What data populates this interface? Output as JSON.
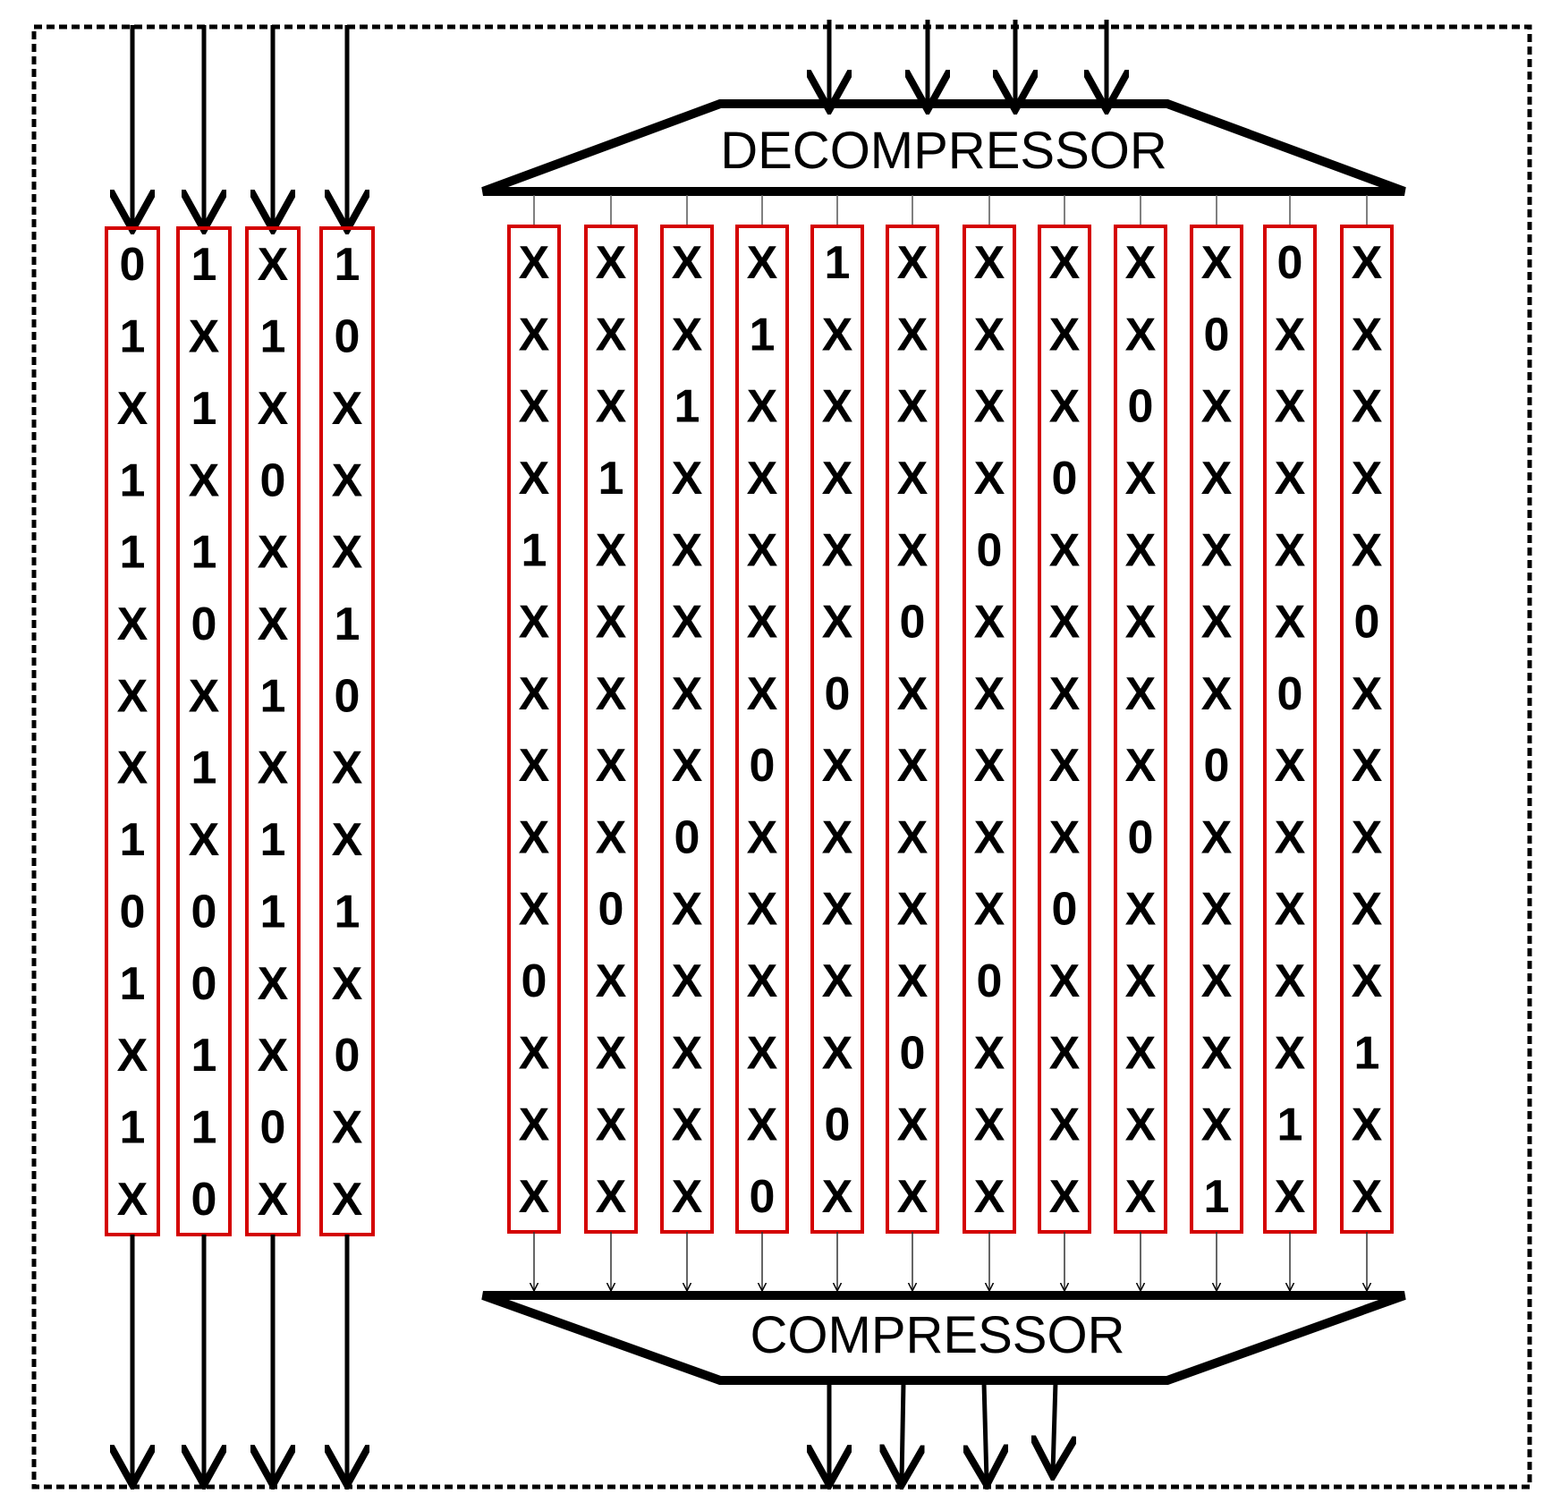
{
  "decompressor": {
    "label": "DECOMPRESSOR"
  },
  "compressor": {
    "label": "COMPRESSOR"
  },
  "colors": {
    "chain_border": "#d40000",
    "line": "#000000",
    "boundary": "#000000"
  },
  "bypass_chains": [
    [
      "0",
      "1",
      "X",
      "1",
      "1",
      "X",
      "X",
      "X",
      "1",
      "0",
      "1",
      "X",
      "1",
      "X"
    ],
    [
      "1",
      "X",
      "1",
      "X",
      "1",
      "0",
      "X",
      "1",
      "X",
      "0",
      "0",
      "1",
      "1",
      "0"
    ],
    [
      "X",
      "1",
      "X",
      "0",
      "X",
      "X",
      "1",
      "X",
      "1",
      "1",
      "X",
      "X",
      "0",
      "X"
    ],
    [
      "1",
      "0",
      "X",
      "X",
      "X",
      "1",
      "0",
      "X",
      "X",
      "1",
      "X",
      "0",
      "X",
      "X"
    ]
  ],
  "compressed_chains": [
    [
      "X",
      "X",
      "X",
      "X",
      "1",
      "X",
      "X",
      "X",
      "X",
      "X",
      "0",
      "X",
      "X",
      "X"
    ],
    [
      "X",
      "X",
      "X",
      "1",
      "X",
      "X",
      "X",
      "X",
      "X",
      "0",
      "X",
      "X",
      "X",
      "X"
    ],
    [
      "X",
      "X",
      "1",
      "X",
      "X",
      "X",
      "X",
      "X",
      "0",
      "X",
      "X",
      "X",
      "X",
      "X"
    ],
    [
      "X",
      "1",
      "X",
      "X",
      "X",
      "X",
      "X",
      "0",
      "X",
      "X",
      "X",
      "X",
      "X",
      "0"
    ],
    [
      "1",
      "X",
      "X",
      "X",
      "X",
      "X",
      "0",
      "X",
      "X",
      "X",
      "X",
      "X",
      "0",
      "X"
    ],
    [
      "X",
      "X",
      "X",
      "X",
      "X",
      "0",
      "X",
      "X",
      "X",
      "X",
      "X",
      "0",
      "X",
      "X"
    ],
    [
      "X",
      "X",
      "X",
      "X",
      "0",
      "X",
      "X",
      "X",
      "X",
      "X",
      "0",
      "X",
      "X",
      "X"
    ],
    [
      "X",
      "X",
      "X",
      "0",
      "X",
      "X",
      "X",
      "X",
      "X",
      "0",
      "X",
      "X",
      "X",
      "X"
    ],
    [
      "X",
      "X",
      "0",
      "X",
      "X",
      "X",
      "X",
      "X",
      "0",
      "X",
      "X",
      "X",
      "X",
      "X"
    ],
    [
      "X",
      "0",
      "X",
      "X",
      "X",
      "X",
      "X",
      "0",
      "X",
      "X",
      "X",
      "X",
      "X",
      "1"
    ],
    [
      "0",
      "X",
      "X",
      "X",
      "X",
      "X",
      "0",
      "X",
      "X",
      "X",
      "X",
      "X",
      "1",
      "X"
    ],
    [
      "X",
      "X",
      "X",
      "X",
      "X",
      "0",
      "X",
      "X",
      "X",
      "X",
      "X",
      "1",
      "X",
      "X"
    ]
  ]
}
